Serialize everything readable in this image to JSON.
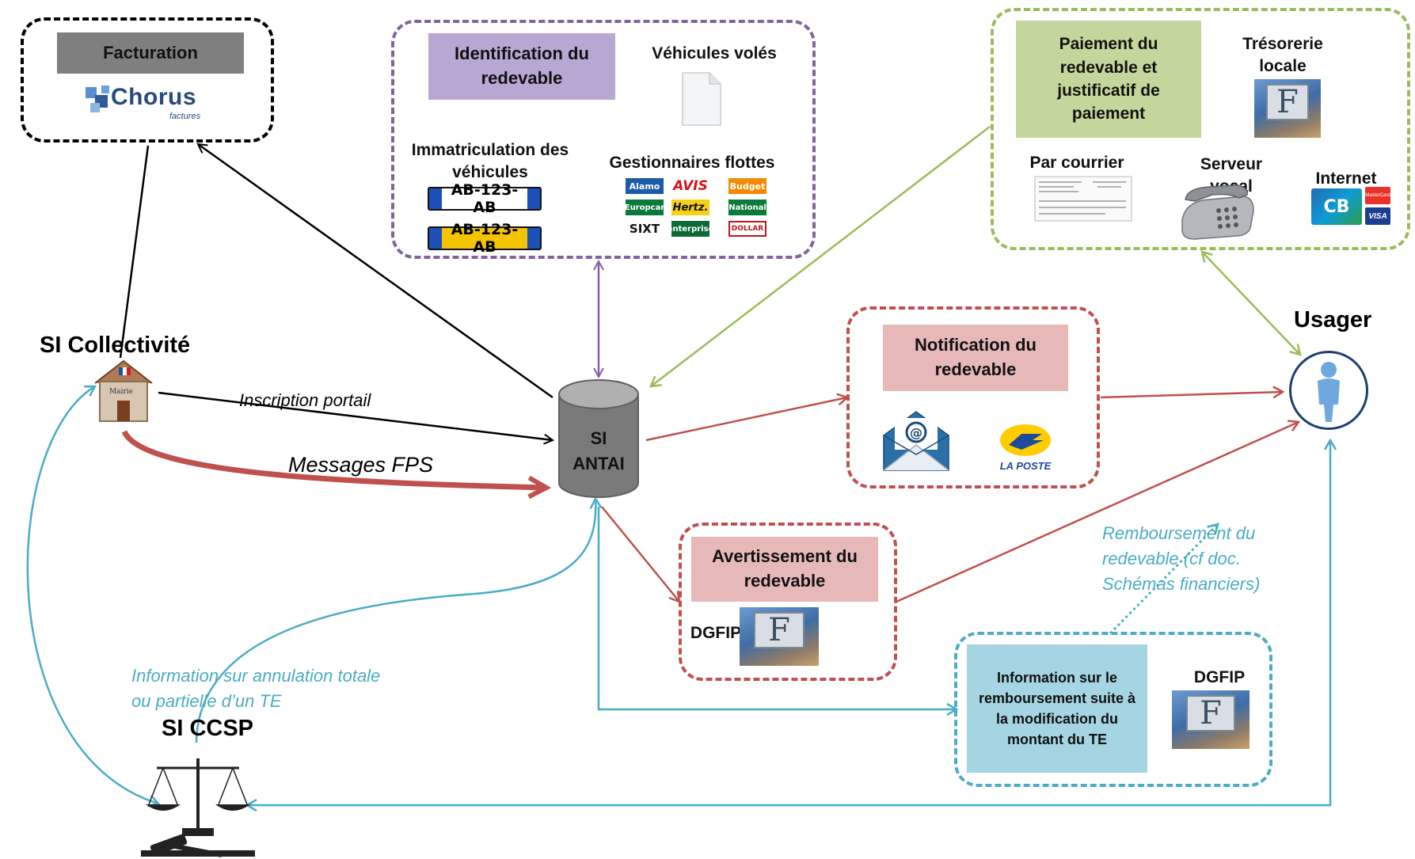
{
  "facturation": {
    "title": "Facturation",
    "chorus_logo": "Chorus",
    "chorus_sub": "factures"
  },
  "identification": {
    "title": "Identification du redevable",
    "vehicules_voles": "Véhicules volés",
    "immatriculation": "Immatriculation des véhicules",
    "plate_text": "AB-123-AB",
    "gestionnaires": "Gestionnaires flottes",
    "fleet_logos": [
      "Alamo",
      "AVIS",
      "Budget",
      "Europcar",
      "Hertz.",
      "National",
      "SIXT",
      "enterprise",
      "DOLLAR"
    ]
  },
  "paiement": {
    "title": "Paiement du redevable et justificatif de paiement",
    "tresorerie": "Trésorerie locale",
    "par_courrier": "Par courrier",
    "serveur_vocal": "Serveur vocal",
    "internet": "Internet",
    "card_cb": "CB",
    "card_mc": "MasterCard",
    "card_visa": "VISA"
  },
  "notification": {
    "title": "Notification du redevable",
    "la_poste": "LA POSTE"
  },
  "avertissement": {
    "title": "Avertissement du redevable",
    "dgfip": "DGFIP"
  },
  "information": {
    "title": "Information sur le remboursement suite à la modification du montant du TE",
    "dgfip": "DGFIP"
  },
  "actors": {
    "si_collectivite": "SI Collectivité",
    "mairie": "Mairie",
    "si_antai": "SI ANTAI",
    "usager": "Usager",
    "si_ccsp": "SI CCSP"
  },
  "flows": {
    "inscription_portail": "Inscription portail",
    "messages_fps": "Messages FPS",
    "remboursement": "Remboursement du redevable (cf doc. Schémas financiers)",
    "annulation": "Information sur annulation totale ou partielle d’un TE"
  },
  "colors": {
    "black": "#000000",
    "purple": "#8064a2",
    "green": "#9bbb59",
    "red": "#c0504d",
    "teal": "#4bacc6"
  }
}
